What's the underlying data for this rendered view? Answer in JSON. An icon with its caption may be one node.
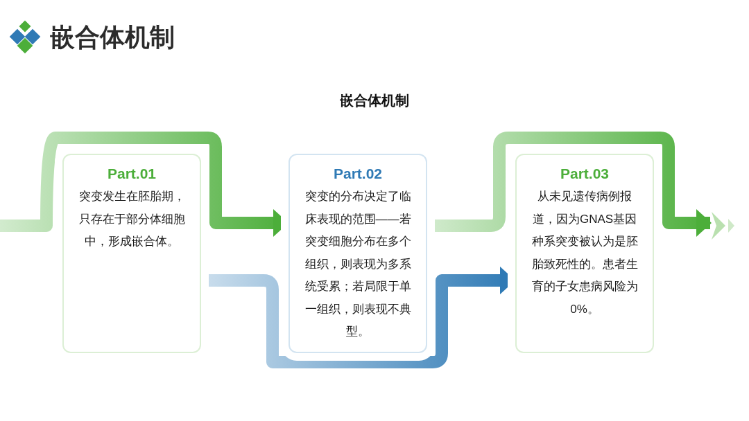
{
  "diagram": {
    "title": "嵌合体机制",
    "nodes": [
      {
        "text": [
          "Part.01",
          "突变发生在胚胎期，只存在于部分体细胞中，形成嵌合体。"
        ]
      },
      {
        "text": [
          "Part.02",
          "突变的分布决定了临床表现的范围——若突变细胞分布在多个组织，则表现为多系统受累；若局限于单一组织，则表现不典型。"
        ]
      },
      {
        "text": [
          "Part.03",
          "从未见遗传病例报道，因为GNAS基因种系突变被认为是胚胎致死性的。患者生育的子女患病风险为0%。"
        ]
      },
      {
        "text": [],
        "shape": "chevron"
      }
    ],
    "edges": [
      {
        "from": null,
        "to": 1,
        "arrow": "to",
        "style": "thick"
      },
      {
        "from": 0,
        "to": 2,
        "arrow": "to",
        "style": "thick",
        "color": "#2f7ab5"
      },
      {
        "from": 1,
        "to": 3,
        "arrow": "to",
        "style": "thick"
      }
    ],
    "labels": [
      "嵌合体机制"
    ]
  }
}
